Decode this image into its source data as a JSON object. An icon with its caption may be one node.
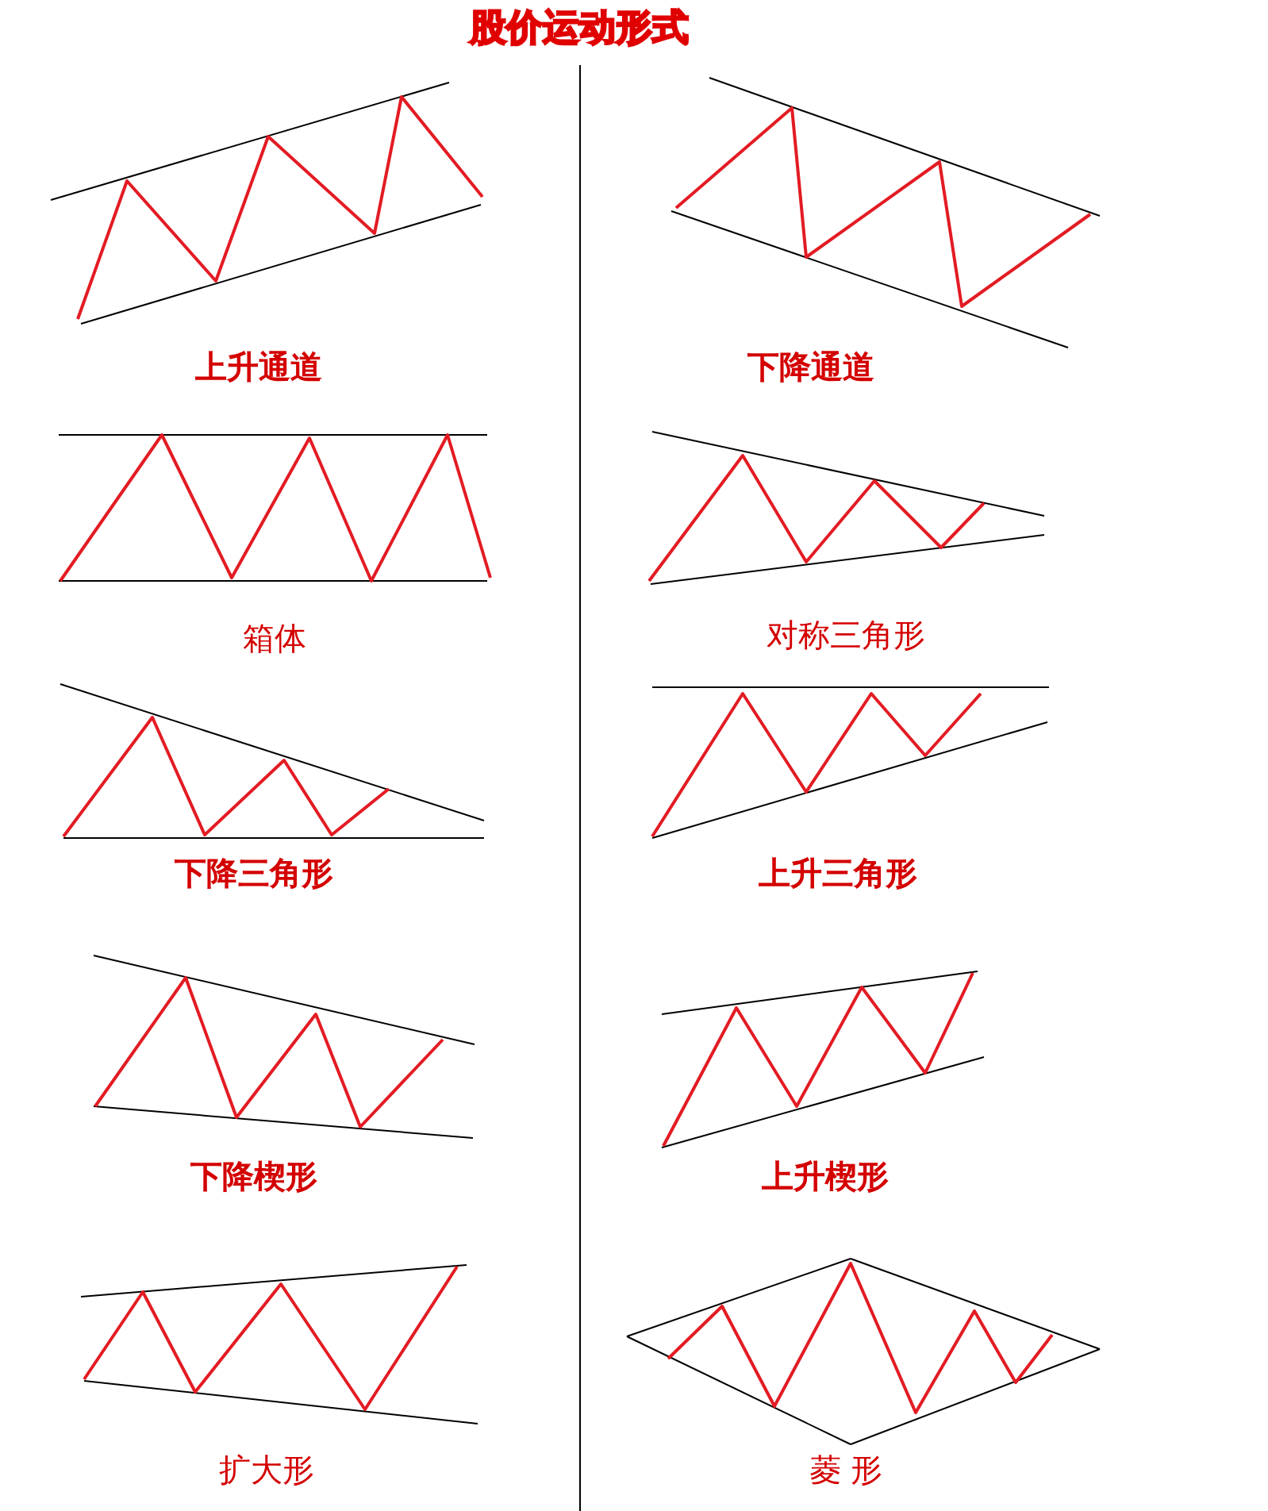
{
  "diagram": {
    "title": "股价运动形式",
    "labels": [
      "上升通道",
      "下降通道",
      "箱体",
      "对称三角形",
      "下降三角形",
      "上升三角形",
      "下降楔形",
      "上升楔形",
      "扩大形",
      "菱 形"
    ]
  }
}
